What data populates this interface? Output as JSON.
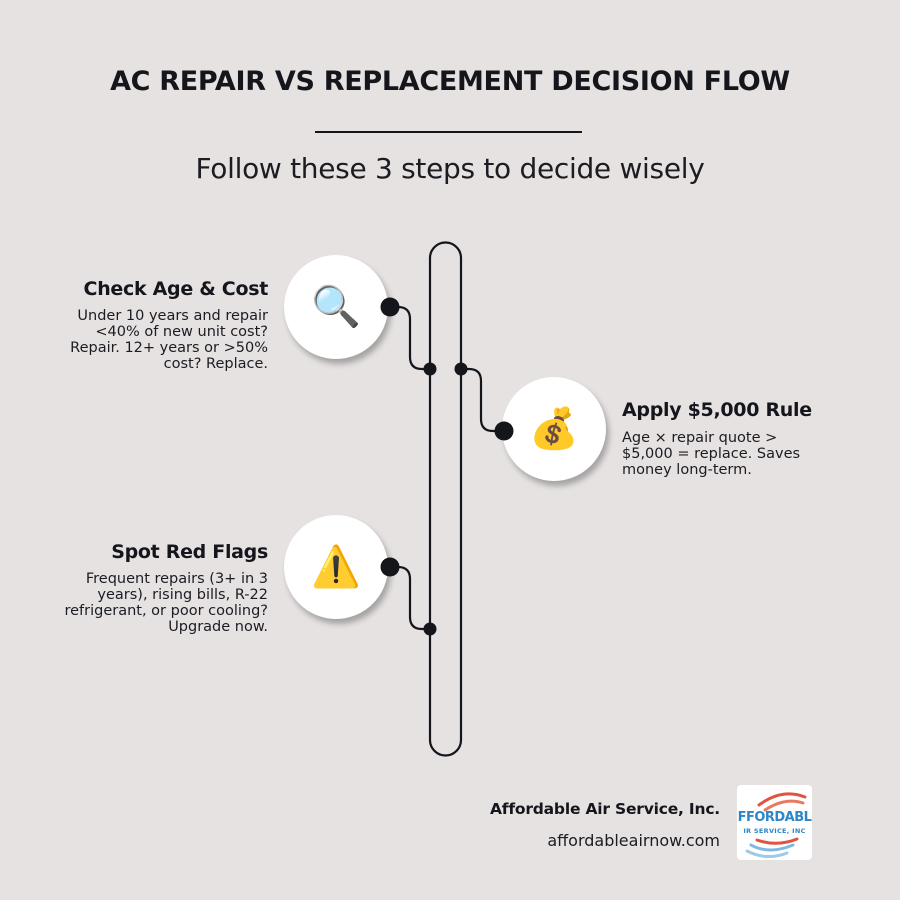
{
  "header": {
    "title": "AC REPAIR VS REPLACEMENT DECISION FLOW",
    "subtitle": "Follow these 3 steps to decide wisely"
  },
  "steps": [
    {
      "title": "Check Age & Cost",
      "description": "Under 10 years and repair <40% of new unit cost? Repair. 12+ years or >50% cost? Replace.",
      "icon": "magnifying-glass-icon",
      "glyph": "🔍",
      "side": "left"
    },
    {
      "title": "Apply $5,000 Rule",
      "description": "Age × repair quote > $5,000 = replace. Saves money long-term.",
      "icon": "money-bag-icon",
      "glyph": "💰",
      "side": "right"
    },
    {
      "title": "Spot Red Flags",
      "description": "Frequent repairs (3+ in 3 years), rising bills, R-22 refrigerant, or poor cooling? Upgrade now.",
      "icon": "warning-icon",
      "glyph": "⚠️",
      "side": "left"
    }
  ],
  "footer": {
    "company": "Affordable Air Service, Inc.",
    "website": "affordableairnow.com",
    "logo_text": "FFORDABL",
    "logo_subtext": "IR SERVICE, INC"
  },
  "colors": {
    "background": "#e5e2e1",
    "ink": "#15151c",
    "circle": "#ffffff",
    "logo_blue": "#2c86c9",
    "logo_red": "#e0533f"
  }
}
